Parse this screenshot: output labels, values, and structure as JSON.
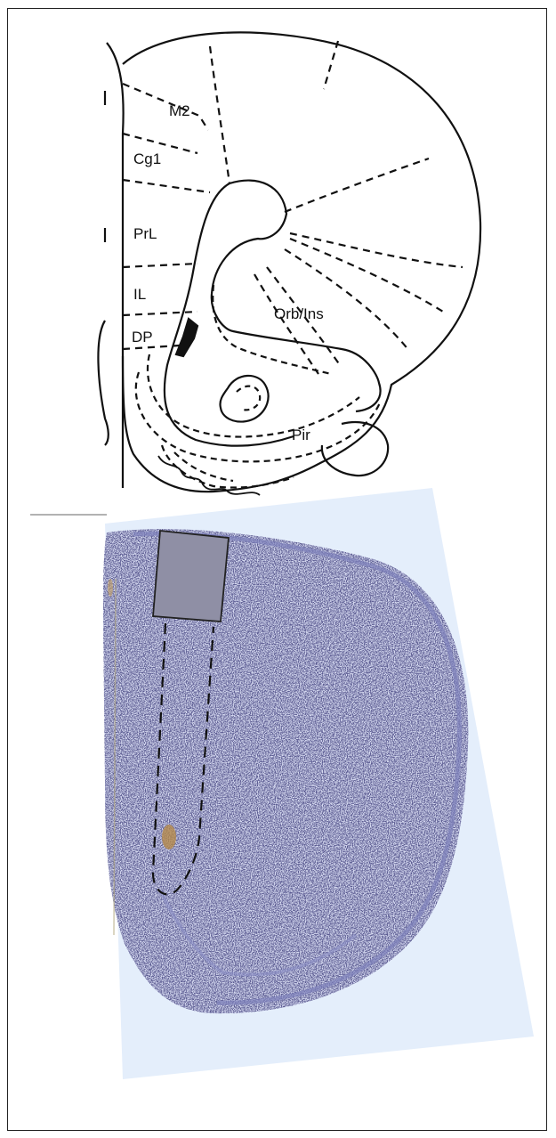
{
  "atlas": {
    "labels": {
      "m2": "M2",
      "cg1": "Cg1",
      "prl": "PrL",
      "il": "IL",
      "dp": "DP",
      "orb_ins": "Orb/Ins",
      "pir": "Pir"
    },
    "line_color": "#111111"
  },
  "histology": {
    "section_fill": "#d8dcf2",
    "background_fill": "#e4eefb",
    "stain_color": "#5a5fa8",
    "probe_fill": "#8f8fa5"
  }
}
